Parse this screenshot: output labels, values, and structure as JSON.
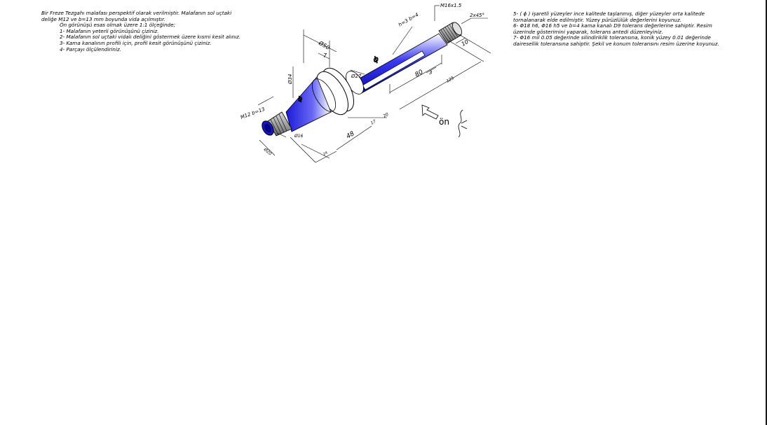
{
  "left_notes": {
    "intro_1": "Bir Freze Tezgahı malafası perspektif olarak verilmiştir. Malafanın sol uçtaki",
    "intro_2": "deliğe  M12  ve b=13 mm boyunda vida açılmıştır.",
    "task_header": "Ön görünüşü esas olmak üzere 1:1 ölçeğinde;",
    "task_1": "1- Malafanın yeterli görünüşünü çiziniz.",
    "task_2": "2- Malafanın sol uçtaki vidalı deliğini göstermek üzere kısmi kesit alınız.",
    "task_3": "3- Kama kanalının profili için, profil kesit görünüşünü çiziniz.",
    "task_4": "4- Parçayı ölçülendiriniz."
  },
  "right_notes": {
    "note_5a": "5- ( ɸ ) işaretli yüzeyler ince kalitede taşlanmış, diğer yüzeyler orta kalitede",
    "note_5b": "tornalanarak elde edilmiştir. Yüzey pürüzlülük değerlerini koyunuz.",
    "note_6a": "6- Φ18 h6, Φ16 h5 ve b=4 kama kanalı D9 tolerans değerlerine sahiptir. Resim",
    "note_6b": "üzerinde gösterimini yaparak, tolerans antedi düzenleyiniz.",
    "note_7a": "7- Φ16 mil 0.05 değerinde silindiriklik toleransına, konik yüzey 0.01 değerinde",
    "note_7b": "dairesellik toleransına sahiptir. Şekil ve konum toleransını resim üzerine koyunuz."
  },
  "drawing": {
    "dims": {
      "thread_right": "M16x1.5",
      "chamfer": "2x45°",
      "keyway": "h=3 b=4",
      "d50": "Ø50",
      "d27": "Ø27",
      "seven": "7",
      "d34": "Ø34",
      "ten": "10",
      "three": "3",
      "eighty": "80",
      "total": "125",
      "thread_left": "M12 b=13",
      "d16": "Ø16",
      "d20": "Ø20",
      "twenty": "20",
      "seventeen": "17",
      "fortyeight": "48",
      "twentyfour": "24",
      "grind_mark": "ɸ",
      "view_label": "ön"
    }
  }
}
